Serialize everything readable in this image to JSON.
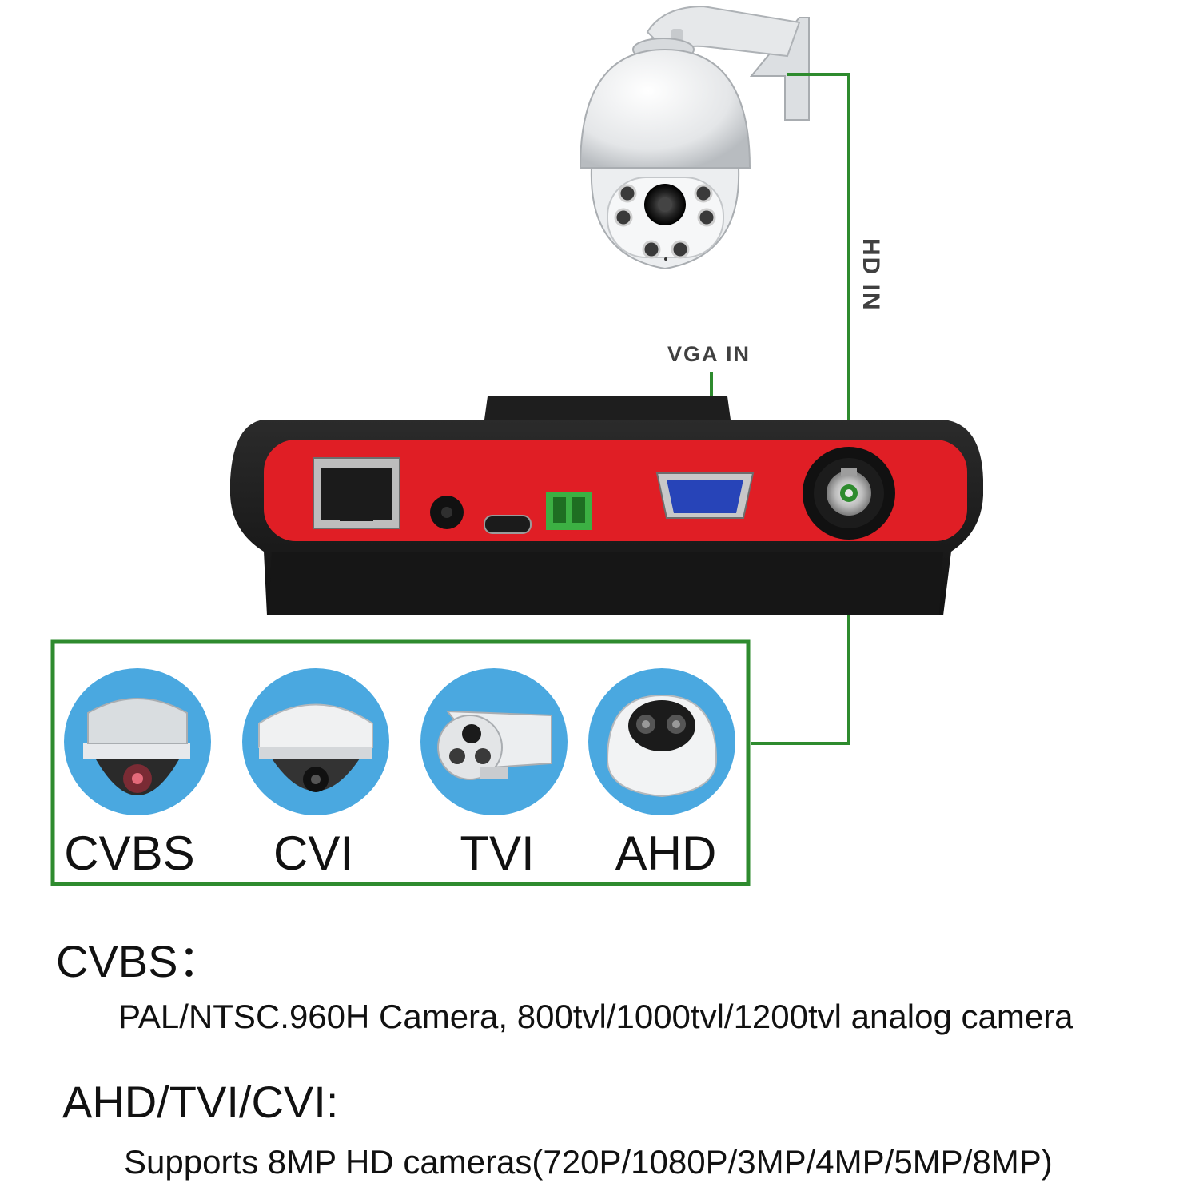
{
  "labels": {
    "hd_in": "HD IN",
    "vga_in": "VGA IN"
  },
  "camera_types": [
    {
      "label": "CVBS"
    },
    {
      "label": "CVI"
    },
    {
      "label": "TVI"
    },
    {
      "label": "AHD"
    }
  ],
  "descriptions": {
    "cvbs_heading": "CVBS：",
    "cvbs_text": "PAL/NTSC.960H Camera, 800tvl/1000tvl/1200tvl analog camera",
    "hd_heading": "AHD/TVI/CVI:",
    "hd_text": "Supports 8MP HD cameras(720P/1080P/3MP/4MP/5MP/8MP)"
  },
  "colors": {
    "connector_line": "#2e8b2e",
    "box_border": "#2e8b2e",
    "device_red": "#e01e25",
    "device_body": "#1c1c1c",
    "icon_circle": "#4aa8e0"
  }
}
